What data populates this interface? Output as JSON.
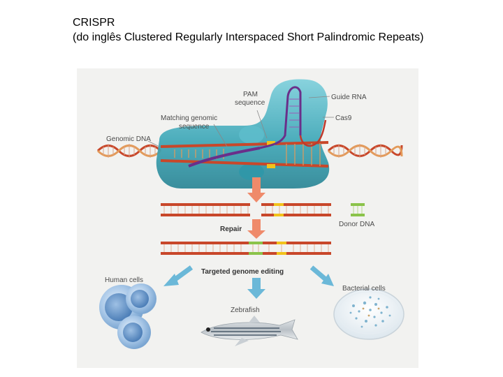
{
  "title": {
    "line1": "CRISPR",
    "line2": "(do inglês Clustered Regularly Interspaced Short Palindromic Repeats)"
  },
  "diagram": {
    "labels": {
      "pam_line1": "PAM",
      "pam_line2": "sequence",
      "guide_rna": "Guide RNA",
      "matching_line1": "Matching genomic",
      "matching_line2": "sequence",
      "cas9": "Cas9",
      "genomic_dna": "Genomic DNA",
      "donor_dna": "Donor DNA",
      "repair": "Repair",
      "targeted_editing": "Targeted genome editing",
      "human_cells": "Human cells",
      "bacterial_cells": "Bacterial cells",
      "zebrafish": "Zebrafish"
    },
    "colors": {
      "cas9_body": "#3fa8b8",
      "dna_red": "#c8472a",
      "dna_orange": "#e39a5a",
      "guide_rna": "#6a2f8a",
      "pam": "#f2c21b",
      "donor": "#8bc34a",
      "arrow_orange": "#ef8a6a",
      "arrow_blue": "#6bb8d8"
    }
  }
}
